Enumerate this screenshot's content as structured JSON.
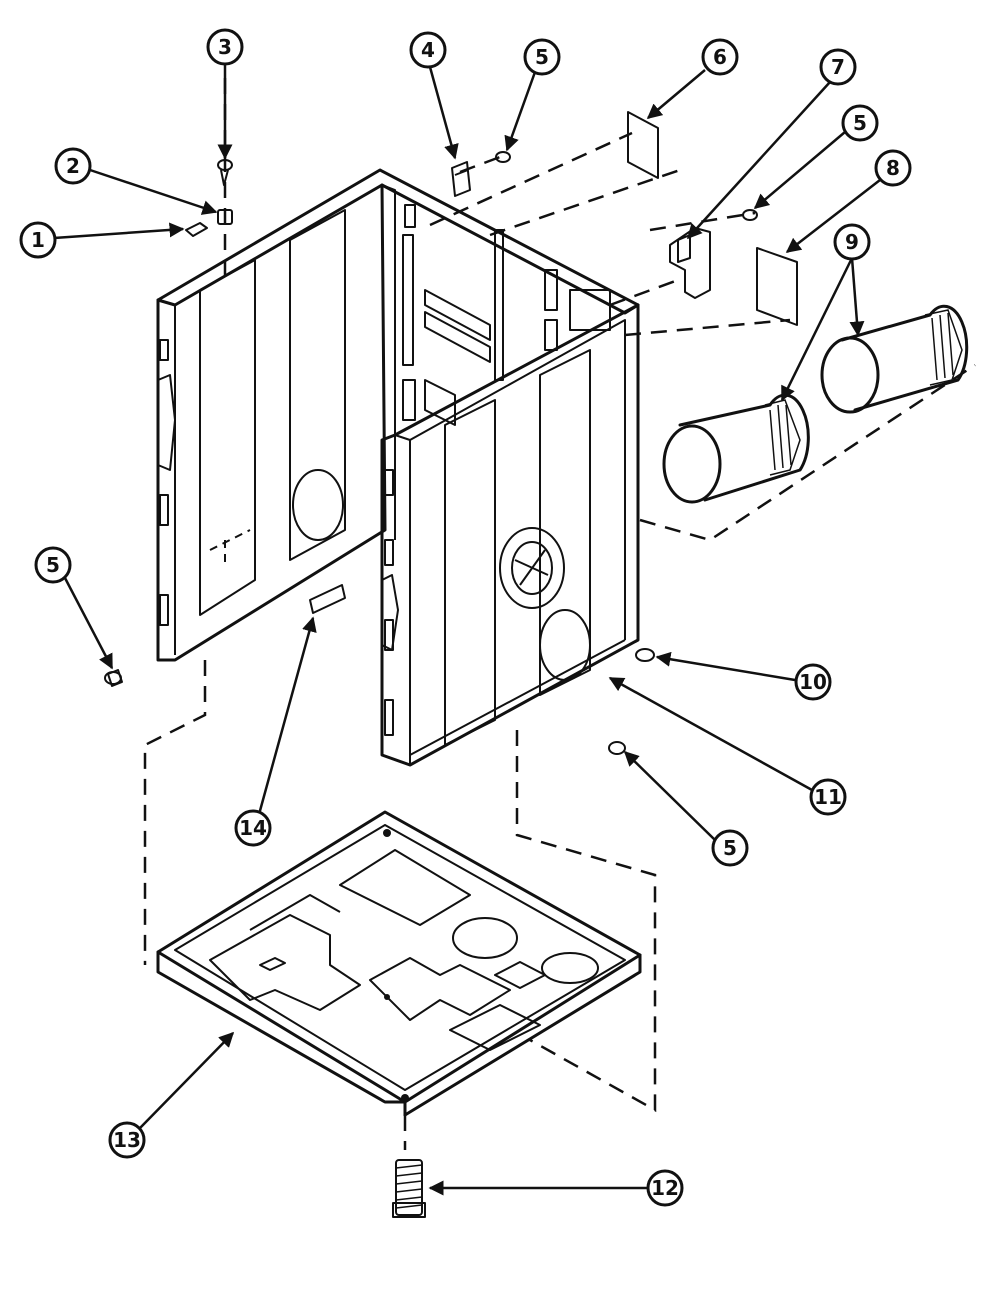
{
  "callouts": [
    {
      "label": "1"
    },
    {
      "label": "2"
    },
    {
      "label": "3"
    },
    {
      "label": "4"
    },
    {
      "label": "5"
    },
    {
      "label": "6"
    },
    {
      "label": "7"
    },
    {
      "label": "5"
    },
    {
      "label": "8"
    },
    {
      "label": "9"
    },
    {
      "label": "5"
    },
    {
      "label": "10"
    },
    {
      "label": "11"
    },
    {
      "label": "5"
    },
    {
      "label": "14"
    },
    {
      "label": "13"
    },
    {
      "label": "12"
    }
  ]
}
